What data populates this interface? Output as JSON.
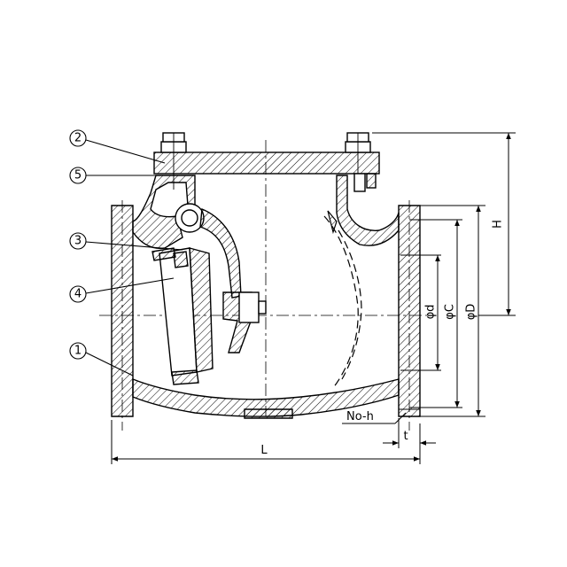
{
  "parts": [
    {
      "id": "p2",
      "label": "2"
    },
    {
      "id": "p5",
      "label": "5"
    },
    {
      "id": "p3",
      "label": "3"
    },
    {
      "id": "p4",
      "label": "4"
    },
    {
      "id": "p1",
      "label": "1"
    }
  ],
  "dimensions": {
    "height": "H",
    "bore": "φd",
    "bolt_circle": "φC",
    "flange_od": "φD",
    "length": "L",
    "holes": "No-h",
    "thickness": "t"
  }
}
